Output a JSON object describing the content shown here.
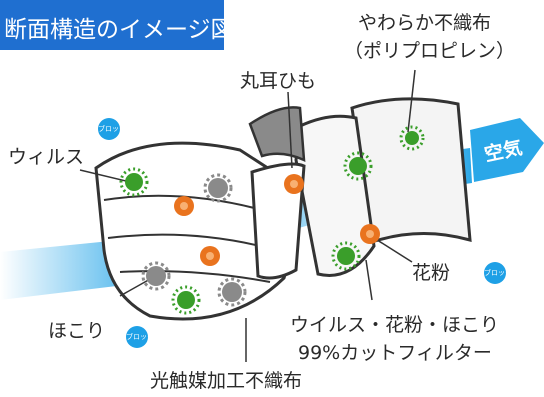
{
  "title": "断面構造のイメージ図",
  "labels": {
    "soft_fabric_line1": "やわらか不織布",
    "soft_fabric_line2": "（ポリプロピレン）",
    "ear_loop": "丸耳ひも",
    "virus": "ウィルス",
    "pollen": "花粉",
    "dust": "ほこり",
    "filter_line1": "ウイルス・花粉・ほこり",
    "filter_line2": "99%カットフィルター",
    "photocatalyst": "光触媒加工不織布",
    "air": "空気"
  },
  "badge_text": "ブロック",
  "colors": {
    "title_bg": "#1f6fd0",
    "badge": "#1ea0e6",
    "virus_green": "#3a9e2a",
    "pollen_orange": "#e9731e",
    "dust_gray": "#8a8a8a",
    "airflow_blue": "#2aa7e8"
  }
}
